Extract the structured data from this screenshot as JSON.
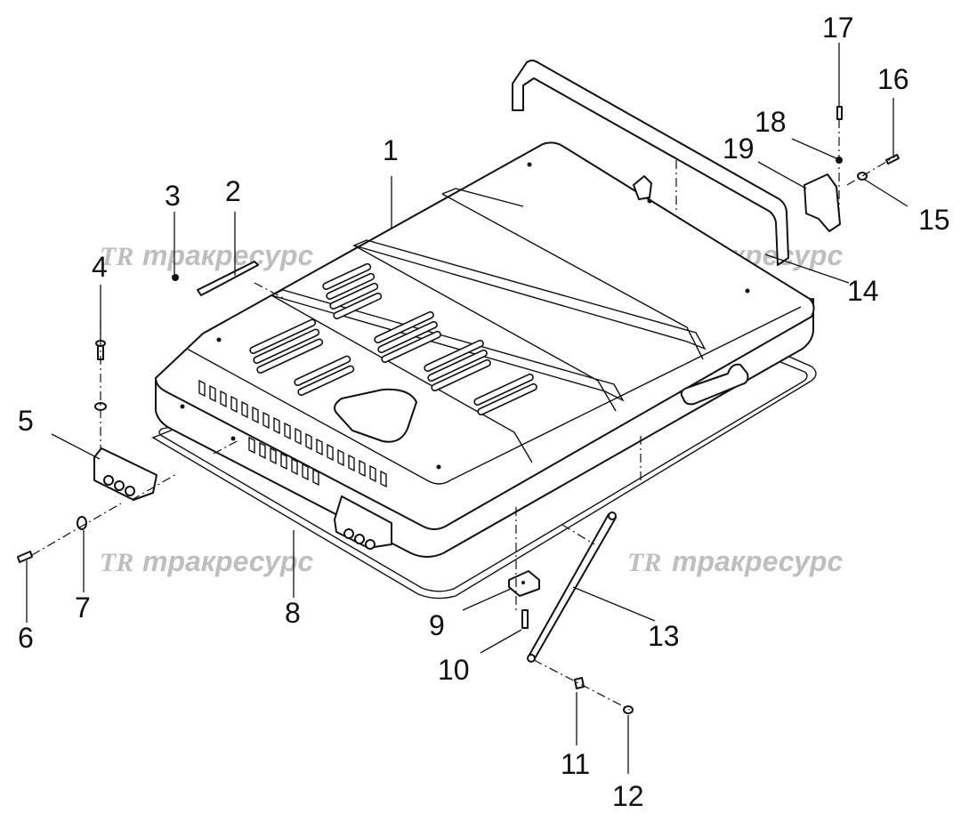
{
  "diagram": {
    "callouts": [
      "1",
      "2",
      "3",
      "4",
      "5",
      "6",
      "7",
      "8",
      "9",
      "10",
      "11",
      "12",
      "13",
      "14",
      "15",
      "16",
      "17",
      "18",
      "19"
    ],
    "watermark": {
      "logo_text": "TR",
      "brand_text": "тракресурс",
      "color": "#b4b4b4"
    },
    "line_color": "#111111",
    "background": "#ffffff"
  }
}
